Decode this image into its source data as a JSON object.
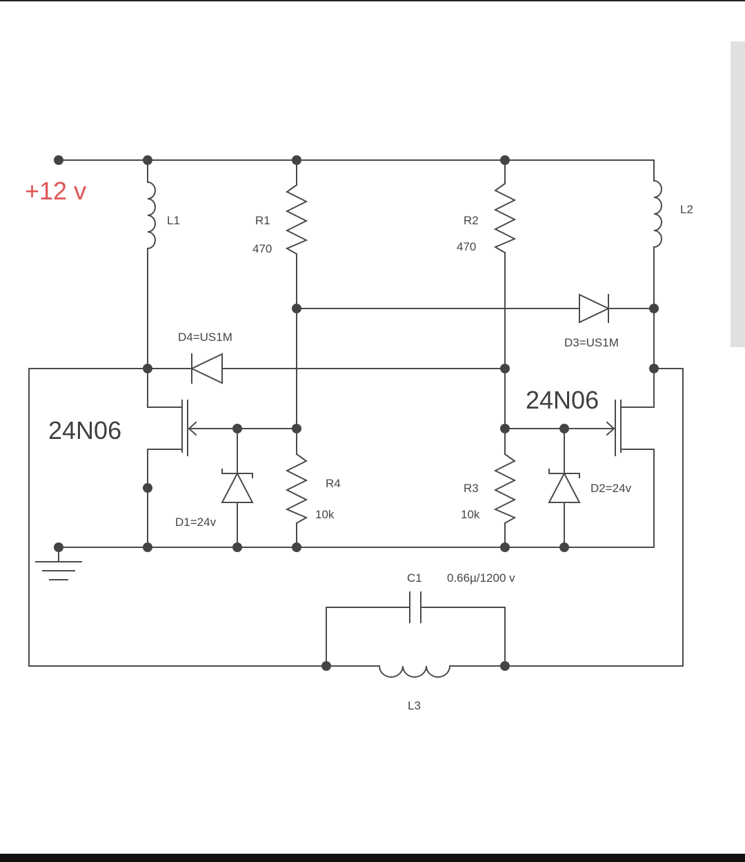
{
  "colors": {
    "wire": "#4a4a4a",
    "supply_label": "#e05555"
  },
  "supply": {
    "label": "+12 v"
  },
  "components": {
    "L1": {
      "name": "L1"
    },
    "L2": {
      "name": "L2"
    },
    "L3": {
      "name": "L3"
    },
    "R1": {
      "name": "R1",
      "value": "470"
    },
    "R2": {
      "name": "R2",
      "value": "470"
    },
    "R3": {
      "name": "R3",
      "value": "10k"
    },
    "R4": {
      "name": "R4",
      "value": "10k"
    },
    "D1": {
      "label": "D1=24v"
    },
    "D2": {
      "label": "D2=24v"
    },
    "D3": {
      "label": "D3=US1M"
    },
    "D4": {
      "label": "D4=US1M"
    },
    "Q1": {
      "label": "24N06"
    },
    "Q2": {
      "label": "24N06"
    },
    "C1": {
      "name": "C1",
      "value": "0.66µ/1200 v"
    }
  },
  "icons": [
    "ground-icon",
    "inductor-icon",
    "resistor-icon",
    "diode-icon",
    "zener-diode-icon",
    "mosfet-icon",
    "capacitor-icon"
  ]
}
